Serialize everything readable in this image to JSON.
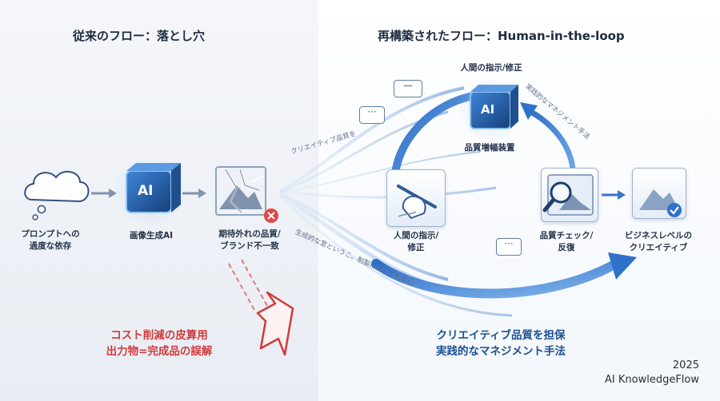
{
  "left": {
    "title": "従来のフロー：落とし穴",
    "step1": {
      "line1": "プロンプトへの",
      "line2": "過度な依存",
      "icon": "thought-cloud-icon"
    },
    "step2": {
      "label": "画像生成AI",
      "chip": "AI",
      "icon": "ai-chip-icon"
    },
    "step3": {
      "line1": "期待外れの品質/",
      "line2": "ブランド不一致",
      "icon": "broken-image-icon"
    },
    "warning": {
      "line1": "コスト削減の皮算用",
      "line2": "出力物=完成品の誤解"
    }
  },
  "right": {
    "title": "再構築されたフロー：Human-in-the-loop",
    "top_label": "人間の指示/修正",
    "chip": "AI",
    "center_label": "品質増幅装置",
    "stream_upper": "クリエイティブ品質を",
    "stream_lower": "生成的な室というこ、制製においても価心",
    "arc_text": "実践的なマネジメント手法",
    "hand": {
      "line1": "人間の指示/",
      "line2": "修正"
    },
    "check": {
      "line1": "品質チェック/",
      "line2": "反復"
    },
    "result": {
      "line1": "ビジネスレベルの",
      "line2": "クリエイティブ"
    },
    "bottom": {
      "line1": "クリエイティブ品質を担保",
      "line2": "実践的なマネジメント手法"
    }
  },
  "footer": {
    "year": "2025",
    "brand": "AI KnowledgeFlow"
  },
  "colors": {
    "accent_blue": "#2f72c9",
    "warning_red": "#d23a3a",
    "text": "#1f2d44"
  }
}
